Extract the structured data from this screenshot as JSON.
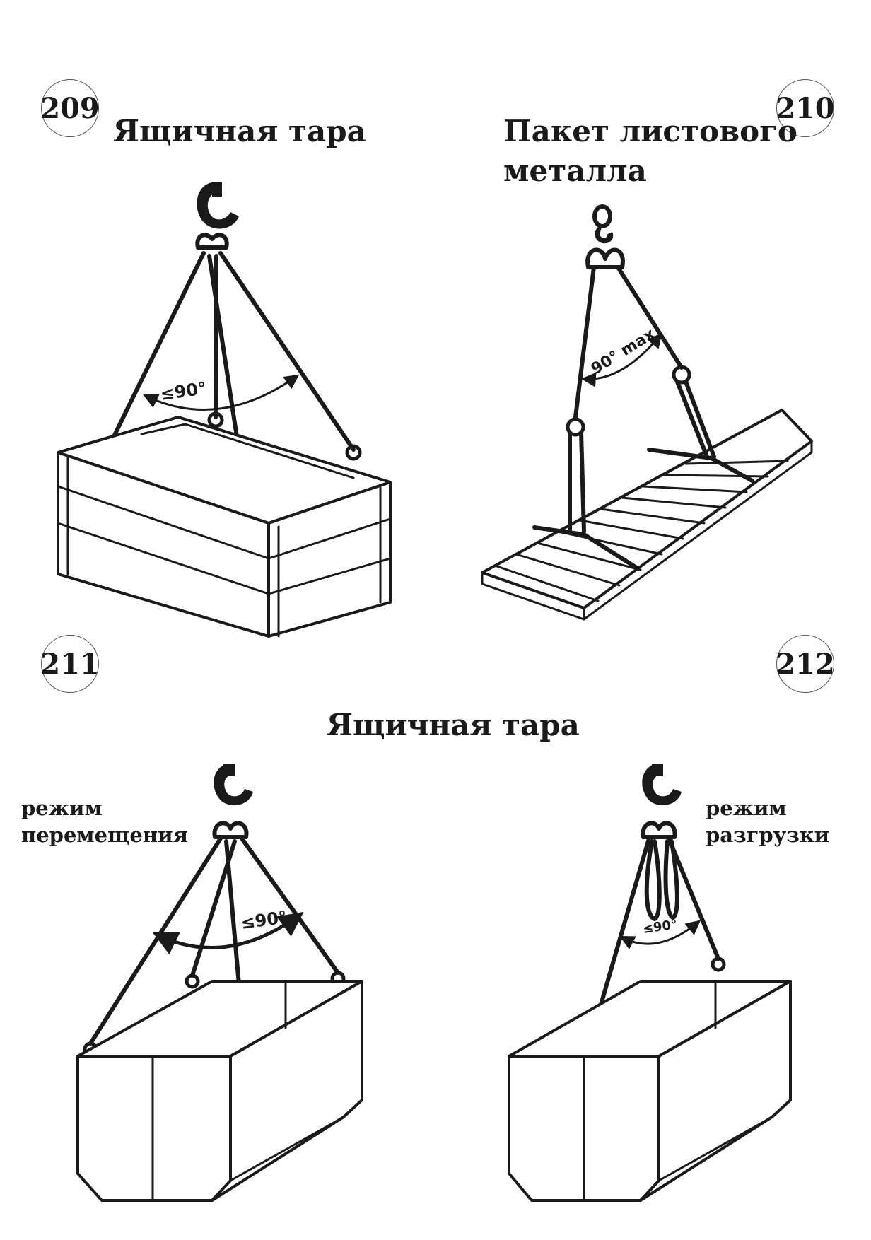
{
  "panels": [
    {
      "number": "209",
      "title": "Ящичная тара",
      "angle_label": "≤90°"
    },
    {
      "number": "210",
      "title_line1": "Пакет листового",
      "title_line2": "металла",
      "angle_label": "90° max"
    },
    {
      "number": "211",
      "mode_line1": "режим",
      "mode_line2": "перемещения",
      "angle_label": "≤90°"
    },
    {
      "number": "212",
      "mode_line1": "режим",
      "mode_line2": "разгрузки",
      "angle_label": "≤90°"
    }
  ],
  "shared_title": "Ящичная тара"
}
